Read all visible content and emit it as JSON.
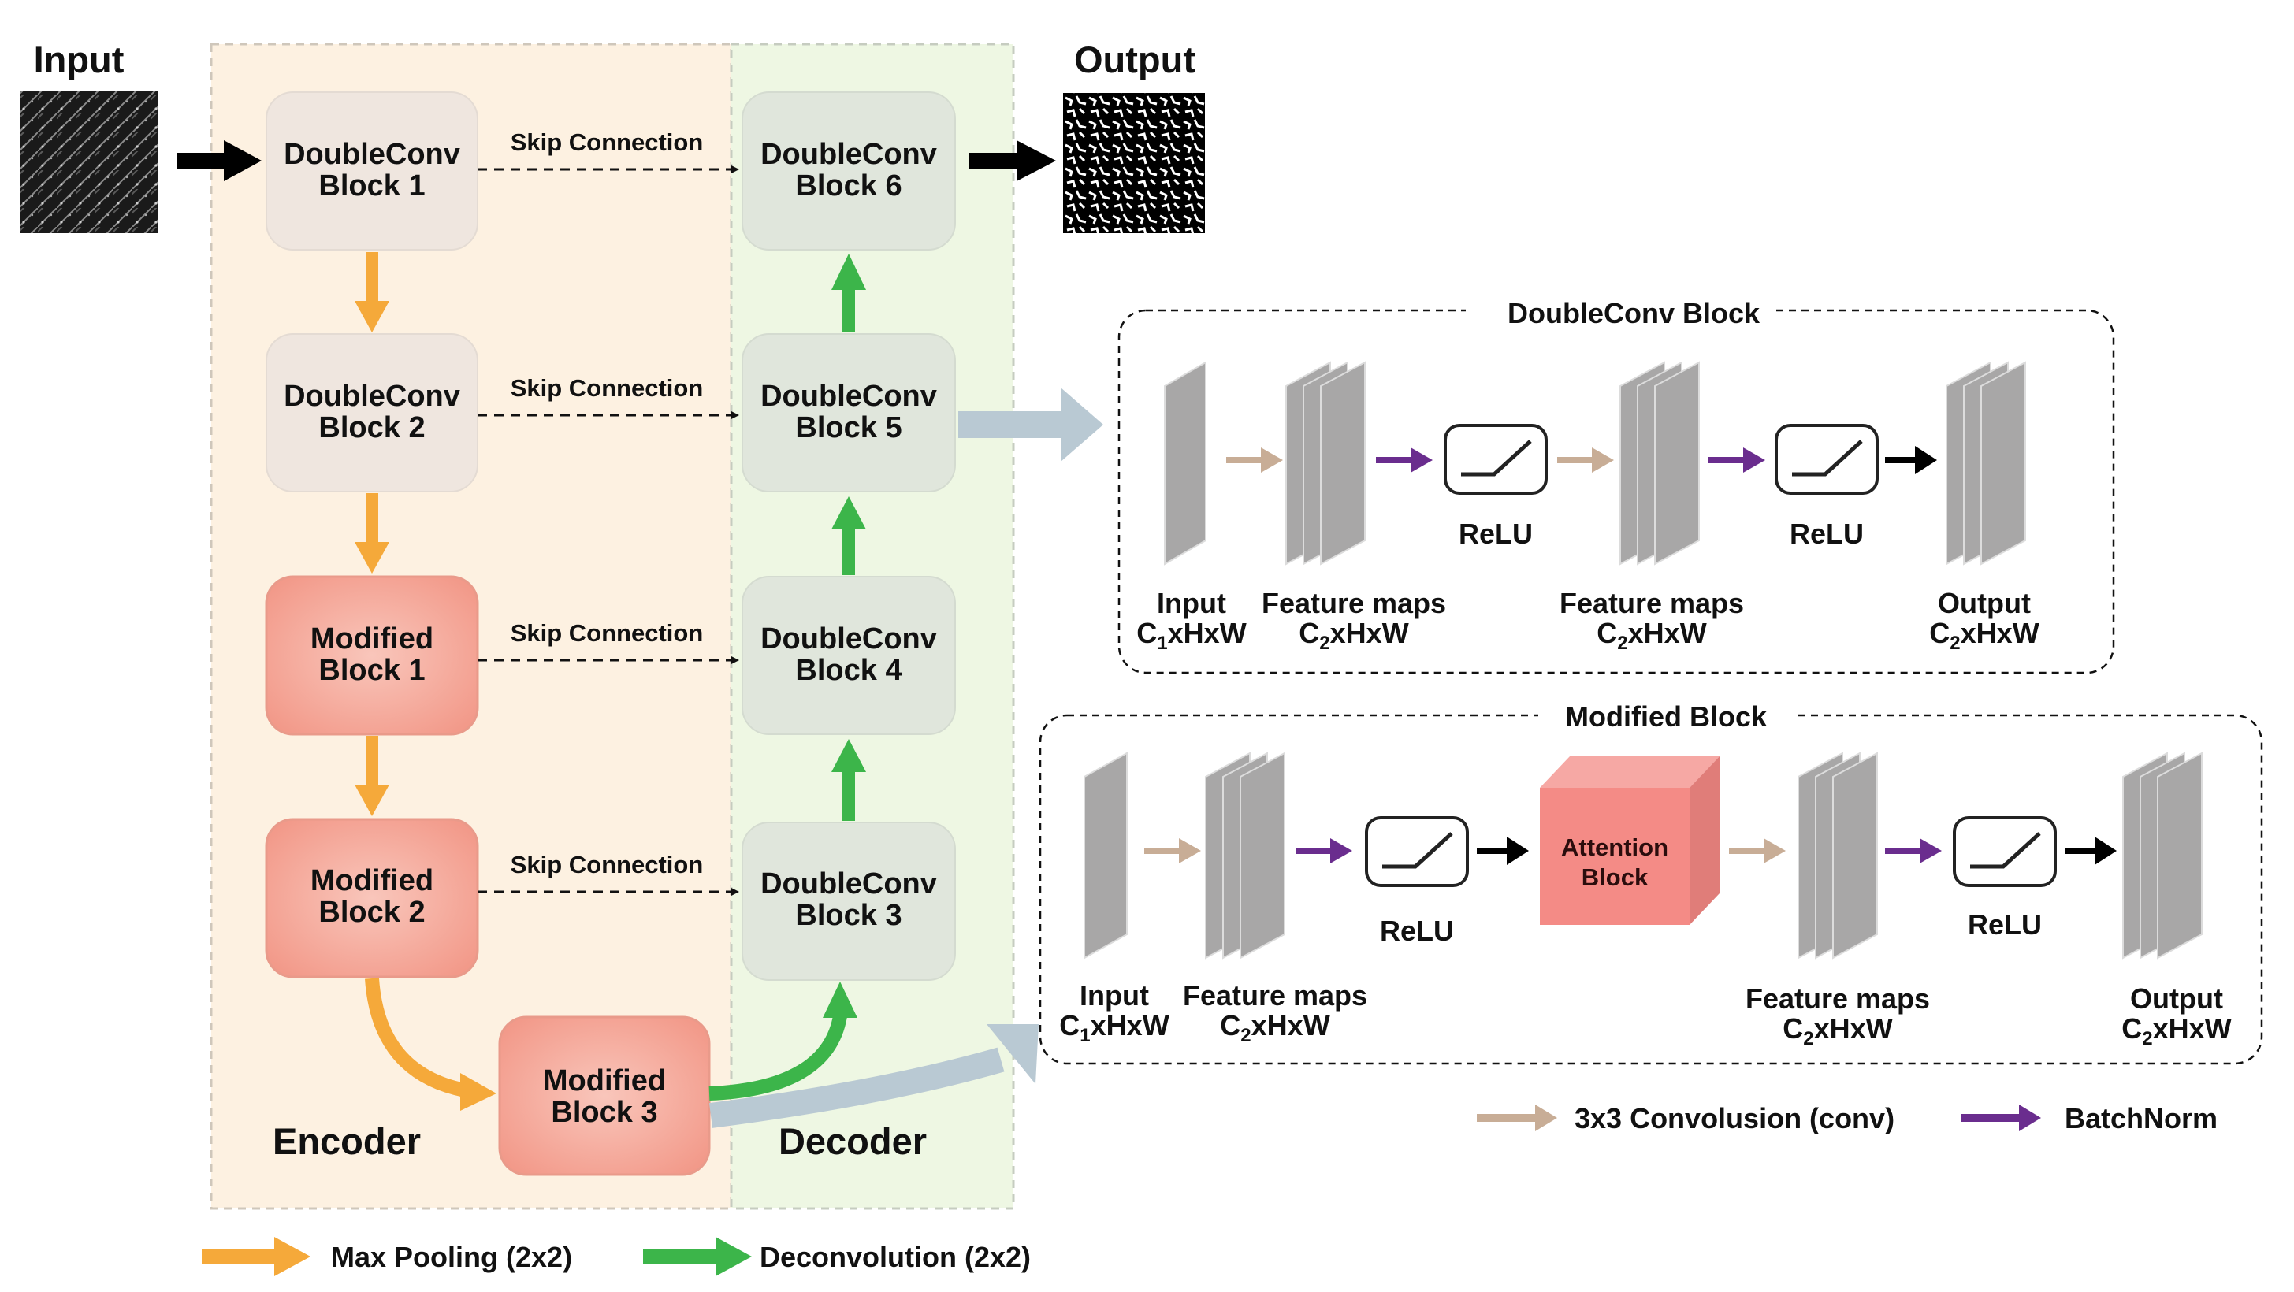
{
  "io": {
    "input_label": "Input",
    "output_label": "Output"
  },
  "encoder": {
    "label": "Encoder",
    "blocks": [
      {
        "line1": "DoubleConv",
        "line2": "Block 1"
      },
      {
        "line1": "DoubleConv",
        "line2": "Block 2"
      },
      {
        "line1": "Modified",
        "line2": "Block 1"
      },
      {
        "line1": "Modified",
        "line2": "Block 2"
      },
      {
        "line1": "Modified",
        "line2": "Block 3"
      }
    ]
  },
  "decoder": {
    "label": "Decoder",
    "blocks": [
      {
        "line1": "DoubleConv",
        "line2": "Block 6"
      },
      {
        "line1": "DoubleConv",
        "line2": "Block 5"
      },
      {
        "line1": "DoubleConv",
        "line2": "Block 4"
      },
      {
        "line1": "DoubleConv",
        "line2": "Block 3"
      }
    ]
  },
  "skip_label": "Skip Connection",
  "doubleconv_detail": {
    "title": "DoubleConv Block",
    "relu": "ReLU",
    "input": {
      "name": "Input",
      "c": "C",
      "sub": "1",
      "rest": "xHxW"
    },
    "fm1": {
      "name": "Feature maps",
      "c": "C",
      "sub": "2",
      "rest": "xHxW"
    },
    "fm2": {
      "name": "Feature maps",
      "c": "C",
      "sub": "2",
      "rest": "xHxW"
    },
    "output": {
      "name": "Output",
      "c": "C",
      "sub": "2",
      "rest": "xHxW"
    }
  },
  "modified_detail": {
    "title": "Modified Block",
    "relu": "ReLU",
    "attention_line1": "Attention",
    "attention_line2": "Block",
    "input": {
      "name": "Input",
      "c": "C",
      "sub": "1",
      "rest": "xHxW"
    },
    "fm1": {
      "name": "Feature maps",
      "c": "C",
      "sub": "2",
      "rest": "xHxW"
    },
    "fm2": {
      "name": "Feature maps",
      "c": "C",
      "sub": "2",
      "rest": "xHxW"
    },
    "output": {
      "name": "Output",
      "c": "C",
      "sub": "2",
      "rest": "xHxW"
    }
  },
  "legend": {
    "max_pooling": "Max Pooling (2x2)",
    "deconvolution": "Deconvolution (2x2)",
    "conv": "3x3 Convolusion (conv)",
    "batchnorm": "BatchNorm"
  },
  "colors": {
    "encoder_bg": "#fdf1e1",
    "decoder_bg": "#eef7e3",
    "doubleconv_block": "#efe6df",
    "decoder_block": "#e0e6dc",
    "modified_block": "#f7b3a6",
    "max_pool_arrow": "#f5a93a",
    "deconv_arrow": "#3cb54a",
    "conv_arrow": "#c8ad96",
    "batchnorm_arrow": "#6a2d8e",
    "connector_arrow": "#b9c9d3",
    "attention_block": "#f48b86"
  }
}
